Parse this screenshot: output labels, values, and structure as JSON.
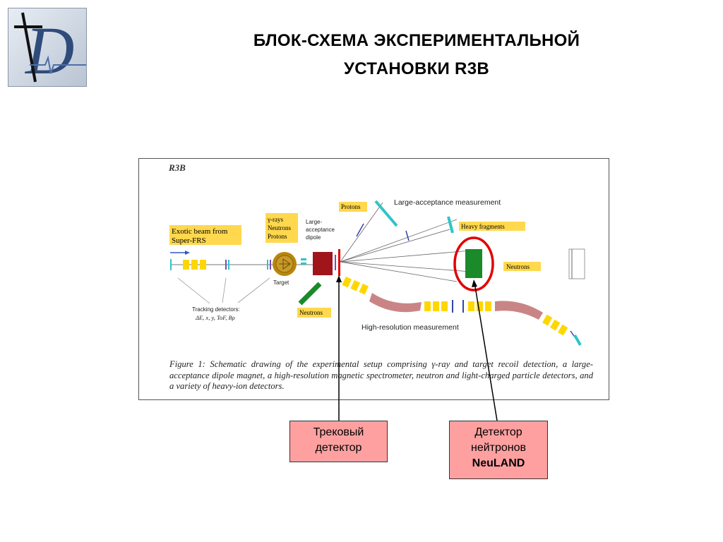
{
  "slide": {
    "title_line1": "БЛОК-СХЕМА ЭКСПЕРИМЕНТАЛЬНОЙ",
    "title_line2": "УСТАНОВКИ  R3B"
  },
  "figure": {
    "heading": "R3B",
    "labels": {
      "exotic_beam": [
        "Exotic beam from",
        "Super-FRS"
      ],
      "gamma_group": [
        "γ-rays",
        "Neutrons",
        "Protons"
      ],
      "dipole": [
        "Large-",
        "acceptance",
        "dipole"
      ],
      "target": "Target",
      "tracking": [
        "Tracking detectors:",
        "ΔE, x, y, ToF, Bρ"
      ],
      "neutrons_low": "Neutrons",
      "protons": "Protons",
      "large_acceptance": "Large-acceptance measurement",
      "heavy_fragments": "Heavy fragments",
      "neutrons_right": "Neutrons",
      "high_resolution": "High-resolution measurement"
    },
    "caption": "Figure 1: Schematic drawing of the experimental setup comprising γ-ray and target recoil detection, a large-acceptance dipole magnet, a high-resolution magnetic spectrometer, neutron and light-charged particle detectors, and a variety of heavy-ion detectors."
  },
  "callouts": {
    "tracking": {
      "line1": "Трековый",
      "line2": "детектор"
    },
    "neuland": {
      "line1": "Детектор",
      "line2": "нейтронов",
      "line3": "NeuLAND"
    }
  },
  "colors": {
    "label_fill": "#ffd84d",
    "magnet": "#a0151b",
    "neuland": "#1b8a2a",
    "spectrometer": "#c98585",
    "detector_cyan": "#2ec4c9",
    "highlight_red": "#e00000",
    "callout_fill": "#ffa0a0"
  }
}
